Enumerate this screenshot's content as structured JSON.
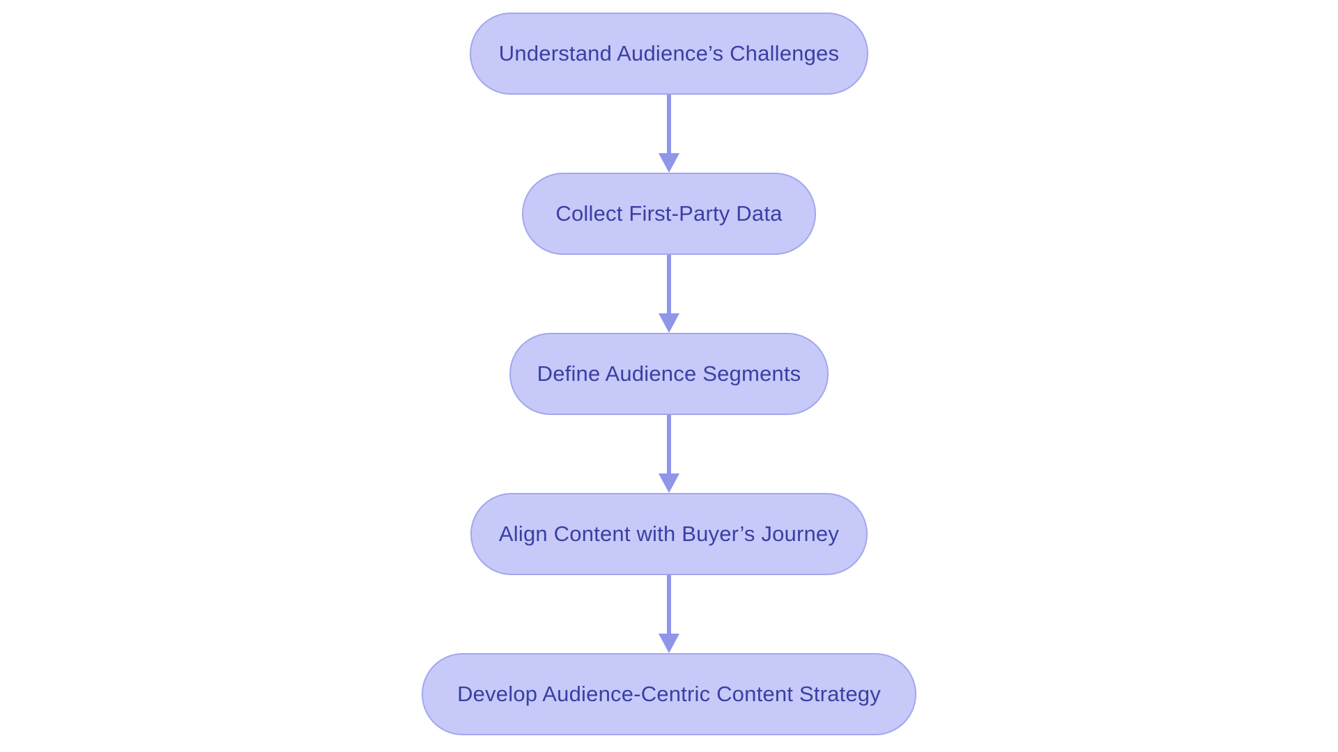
{
  "flowchart": {
    "type": "flowchart",
    "direction": "top-down",
    "background": "#ffffff",
    "nodes": [
      {
        "id": "n1",
        "shape": "stadium",
        "label": "Understand Audience’s Challenges"
      },
      {
        "id": "n2",
        "shape": "stadium",
        "label": "Collect First-Party Data"
      },
      {
        "id": "n3",
        "shape": "stadium",
        "label": "Define Audience Segments"
      },
      {
        "id": "n4",
        "shape": "stadium",
        "label": "Align Content with Buyer’s Journey"
      },
      {
        "id": "n5",
        "shape": "stadium",
        "label": "Develop Audience-Centric Content Strategy"
      }
    ],
    "edges": [
      {
        "from": "n1",
        "to": "n2",
        "style": "arrow-down"
      },
      {
        "from": "n2",
        "to": "n3",
        "style": "arrow-down"
      },
      {
        "from": "n3",
        "to": "n4",
        "style": "arrow-down"
      },
      {
        "from": "n4",
        "to": "n5",
        "style": "arrow-down"
      }
    ],
    "colors": {
      "node_fill": "#c7c9f8",
      "node_border": "#a2a7ee",
      "arrow": "#8e96e9",
      "text": "#3a3fa3",
      "background": "#ffffff"
    }
  }
}
